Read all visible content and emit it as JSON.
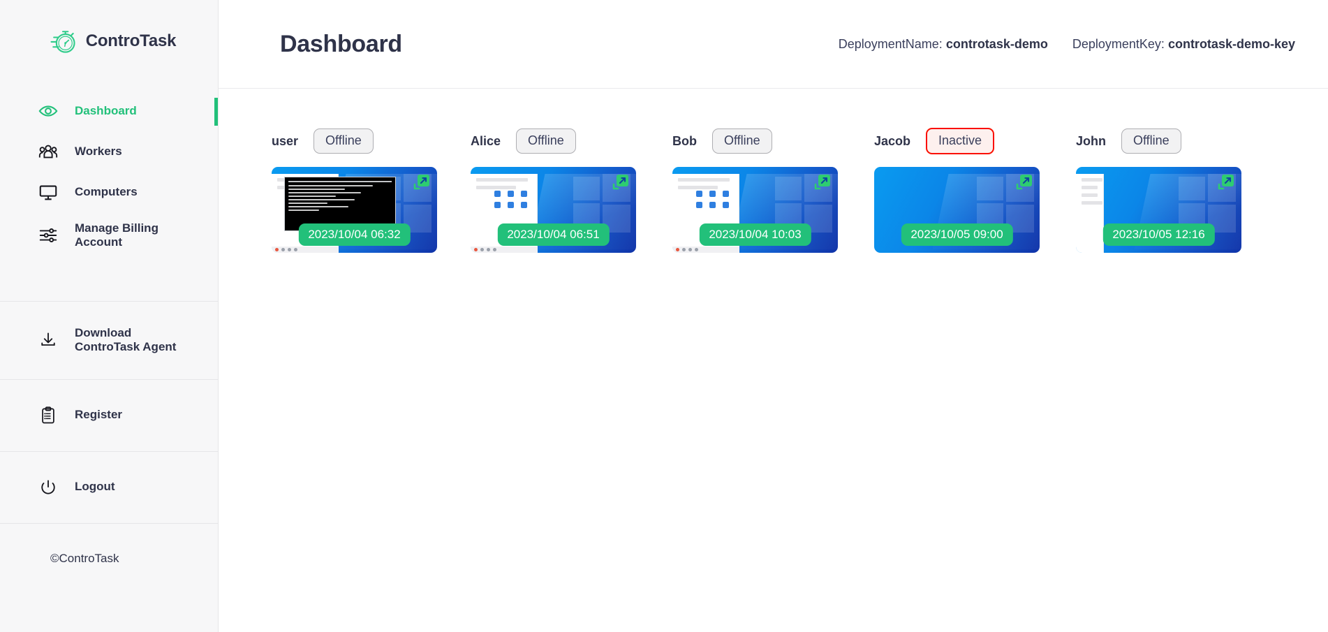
{
  "sidebar": {
    "brand": {
      "name": "ControTask",
      "logo_icon": "stopwatch-icon"
    },
    "items": [
      {
        "label": "Dashboard",
        "icon": "eye-icon",
        "active": true
      },
      {
        "label": "Workers",
        "icon": "people-icon",
        "active": false
      },
      {
        "label": "Computers",
        "icon": "monitor-icon",
        "active": false
      },
      {
        "label": "Manage Billing Account",
        "icon": "sliders-icon",
        "active": false
      }
    ],
    "secondary_items": [
      {
        "label": "Download ControTask Agent",
        "icon": "download-icon"
      },
      {
        "label": "Register",
        "icon": "clipboard-list-icon"
      },
      {
        "label": "Logout",
        "icon": "power-icon"
      }
    ],
    "copyright": "©ControTask"
  },
  "header": {
    "title": "Dashboard",
    "deployment_name_label": "DeploymentName:",
    "deployment_name_value": "controtask-demo",
    "deployment_key_label": "DeploymentKey:",
    "deployment_key_value": "controtask-demo-key"
  },
  "colors": {
    "accent_green": "#22c07a",
    "title_navy": "#2f3349",
    "inactive_red": "#fa0f00",
    "offline_border": "#aeaeb2",
    "sidebar_bg": "#f7f7f8"
  },
  "workers": [
    {
      "name": "user",
      "status": "Offline",
      "status_kind": "offline",
      "timestamp": "2023/10/04 06:32",
      "expand_icon": "expand-icon",
      "has_terminal": true
    },
    {
      "name": "Alice",
      "status": "Offline",
      "status_kind": "offline",
      "timestamp": "2023/10/04 06:51",
      "expand_icon": "expand-icon",
      "has_terminal": false
    },
    {
      "name": "Bob",
      "status": "Offline",
      "status_kind": "offline",
      "timestamp": "2023/10/04 10:03",
      "expand_icon": "expand-icon",
      "has_terminal": false
    },
    {
      "name": "Jacob",
      "status": "Inactive",
      "status_kind": "inactive",
      "timestamp": "2023/10/05 09:00",
      "expand_icon": "expand-icon",
      "has_terminal": false
    },
    {
      "name": "John",
      "status": "Offline",
      "status_kind": "offline",
      "timestamp": "2023/10/05 12:16",
      "expand_icon": "expand-icon",
      "has_terminal": false
    }
  ]
}
